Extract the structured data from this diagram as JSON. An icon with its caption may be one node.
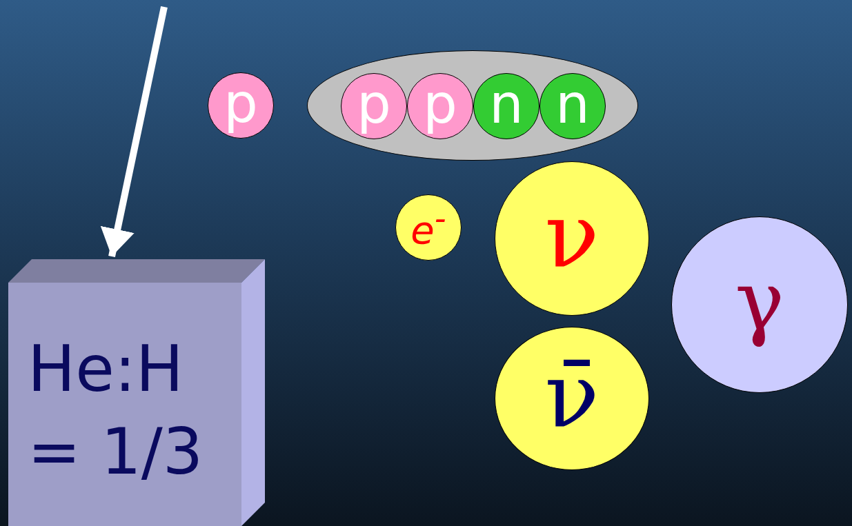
{
  "diagram": {
    "nodes": [
      {
        "text": [
          "p"
        ]
      },
      {
        "text": [],
        "shape": "ellipse"
      },
      {
        "text": [
          "p"
        ],
        "in": 1
      },
      {
        "text": [
          "p"
        ],
        "in": 1
      },
      {
        "text": [
          "n"
        ],
        "in": 1
      },
      {
        "text": [
          "n"
        ],
        "in": 1
      },
      {
        "text": [
          "e$^{-}$"
        ]
      },
      {
        "text": [
          "ν"
        ]
      },
      {
        "text": [
          "ν̄"
        ]
      },
      {
        "text": [
          "γ"
        ]
      },
      {
        "text": [
          "He:H = 1/3"
        ]
      }
    ],
    "edges": [
      {
        "from": null,
        "to": 10,
        "arrow": "to"
      }
    ]
  }
}
